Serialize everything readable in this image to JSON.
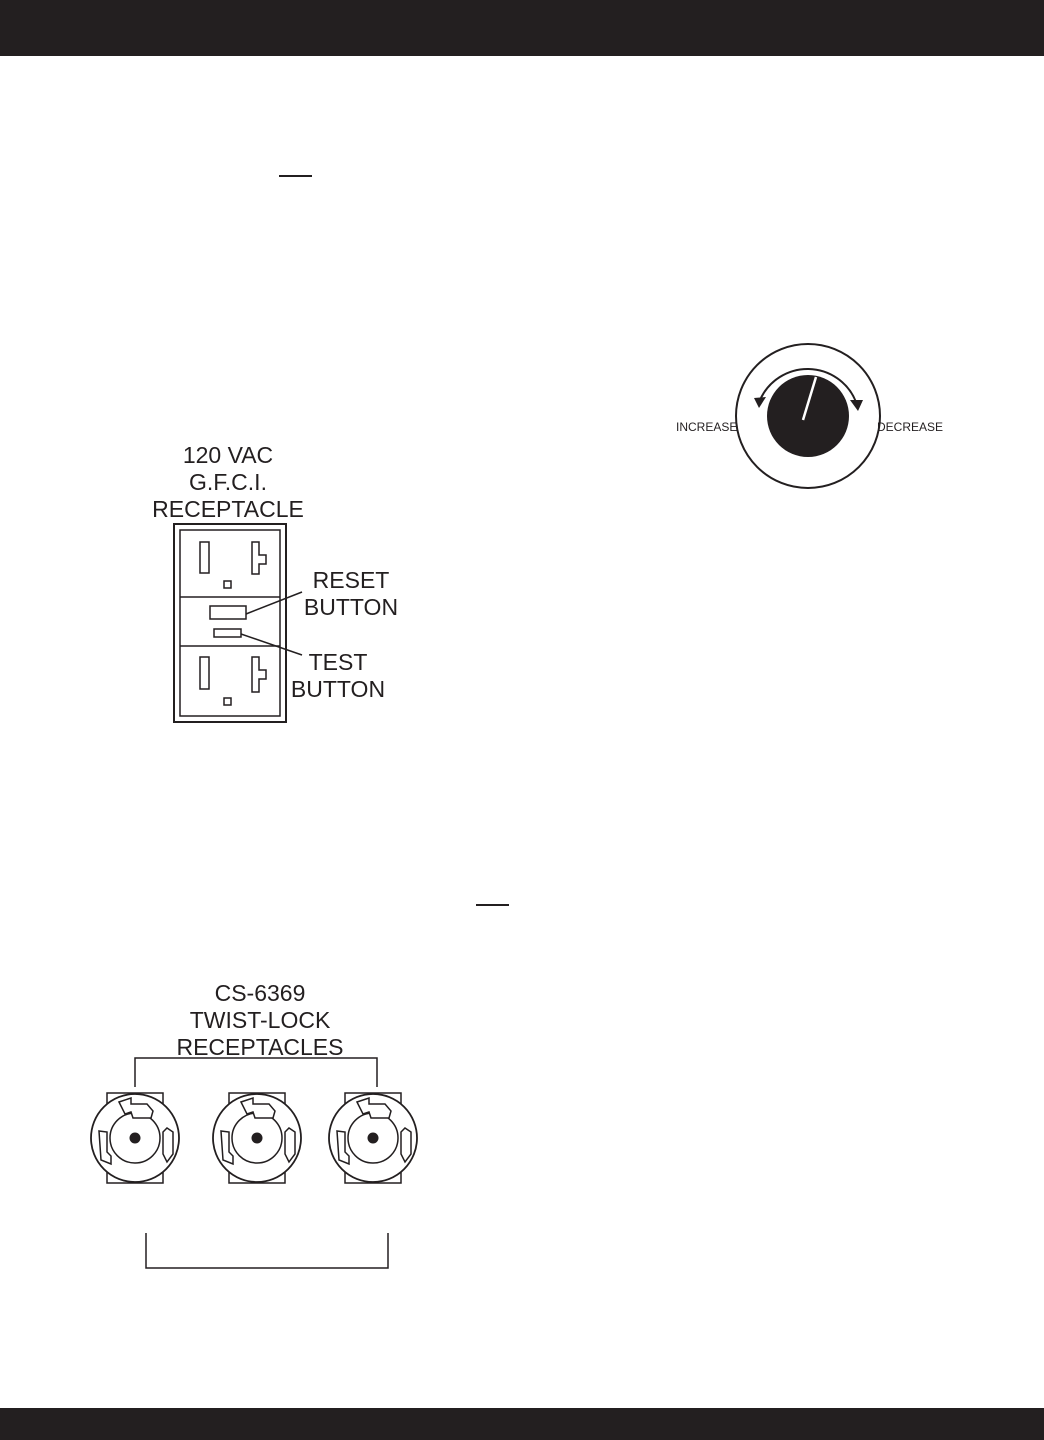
{
  "theme": {
    "ink": "#231f20",
    "paper": "#ffffff"
  },
  "dial": {
    "increase_label": "INCREASE",
    "decrease_label": "DECREASE"
  },
  "gfci": {
    "title_lines": [
      "120 VAC",
      "G.F.C.I.",
      "RECEPTACLE"
    ],
    "reset_label_lines": [
      "RESET",
      "BUTTON"
    ],
    "test_label_lines": [
      "TEST",
      "BUTTON"
    ]
  },
  "twistlock": {
    "title_lines": [
      "CS-6369",
      "TWIST-LOCK",
      "RECEPTACLES"
    ]
  }
}
